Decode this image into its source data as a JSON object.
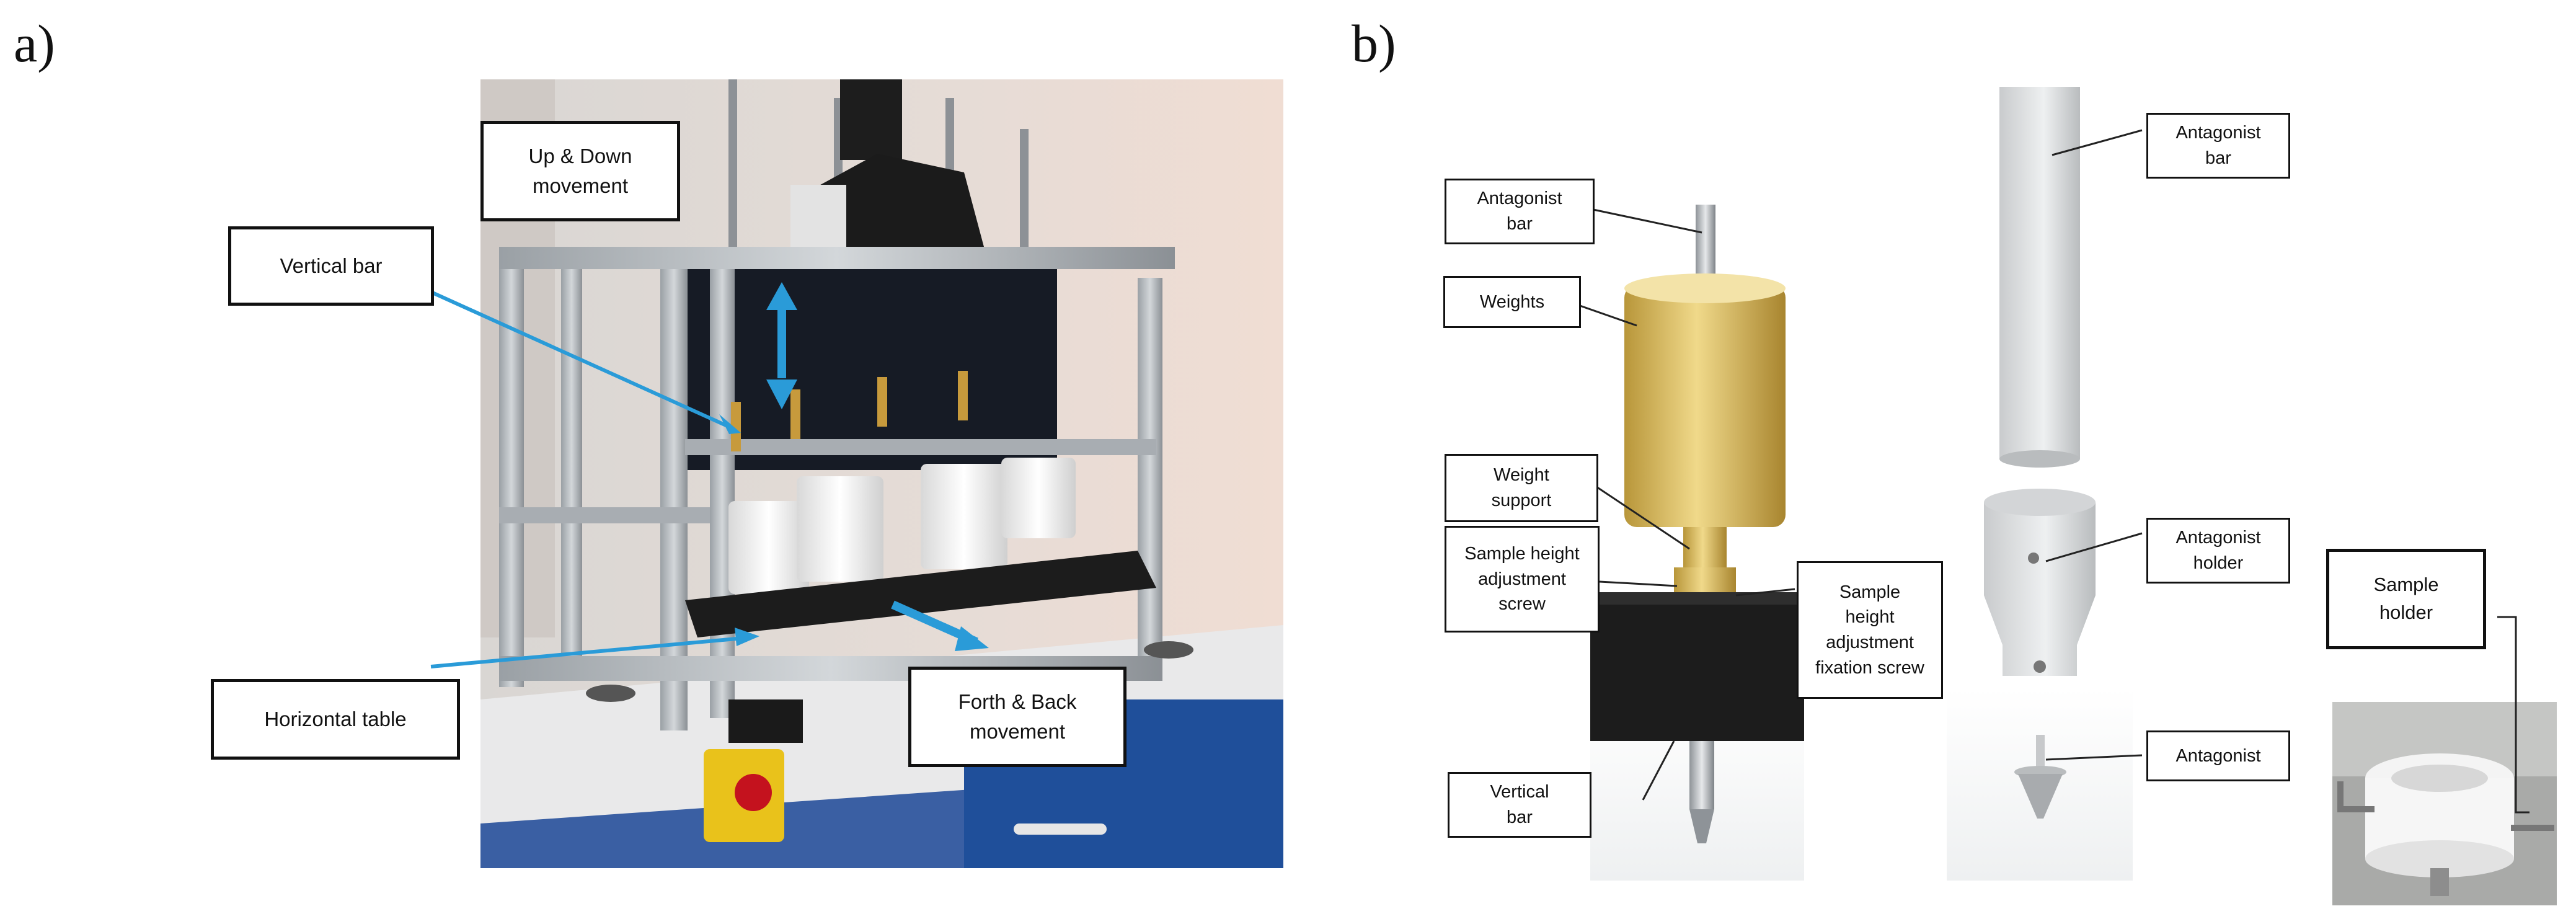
{
  "panels": {
    "a": {
      "label": "a)",
      "callouts": {
        "up_down": "Up & Down\nmovement",
        "vertical_bar": "Vertical bar",
        "horizontal_table": "Horizontal table",
        "forth_back": "Forth & Back\nmovement"
      }
    },
    "b": {
      "label": "b)",
      "callouts": {
        "antagonist_bar_left": "Antagonist\nbar",
        "weights": "Weights",
        "weight_support": "Weight\nsupport",
        "sample_height_screw": "Sample height\nadjustment\nscrew",
        "fixation_screw": "Sample\nheight\nadjustment\nfixation screw",
        "vertical_bar": "Vertical\nbar",
        "antagonist_bar_right": "Antagonist\nbar",
        "antagonist_holder": "Antagonist\nholder",
        "antagonist": "Antagonist",
        "sample_holder": "Sample\nholder"
      }
    }
  },
  "colors": {
    "arrow_blue": "#2a9bd8",
    "frame_grey": "#b9bec3",
    "gold": "#d4b45a",
    "block_black": "#1c1c1c",
    "cabinet_blue": "#1f4f9a"
  }
}
